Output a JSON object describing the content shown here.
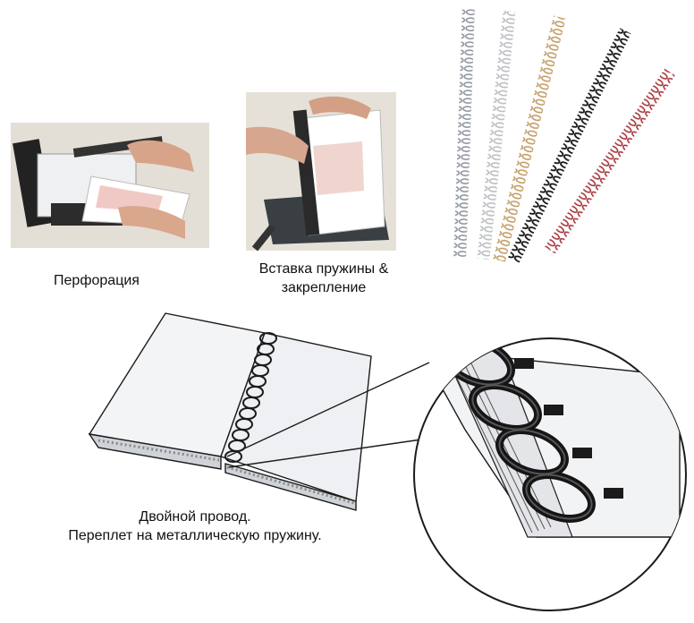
{
  "labels": {
    "punch": "Перфорация",
    "insert_line1": "Вставка пружины &",
    "insert_line2": "закрепление",
    "caption_line1": "Двойной провод.",
    "caption_line2": "Переплет на металлическую пружину."
  },
  "colors": {
    "wire_silver": "#9aa0a8",
    "wire_white": "#dcdcdc",
    "wire_gold": "#c9a46a",
    "wire_black": "#1a1a1a",
    "wire_red": "#a8343a",
    "page": "#f3f4f6",
    "line": "#1b1b1b"
  },
  "icons": {
    "punch_photo": "binding-machine-punching-photo",
    "insert_photo": "binding-machine-closing-photo",
    "wire_strips": "twin-loop-wire-strips",
    "book": "open-wire-bound-book",
    "zoom": "magnified-wire-loops"
  }
}
